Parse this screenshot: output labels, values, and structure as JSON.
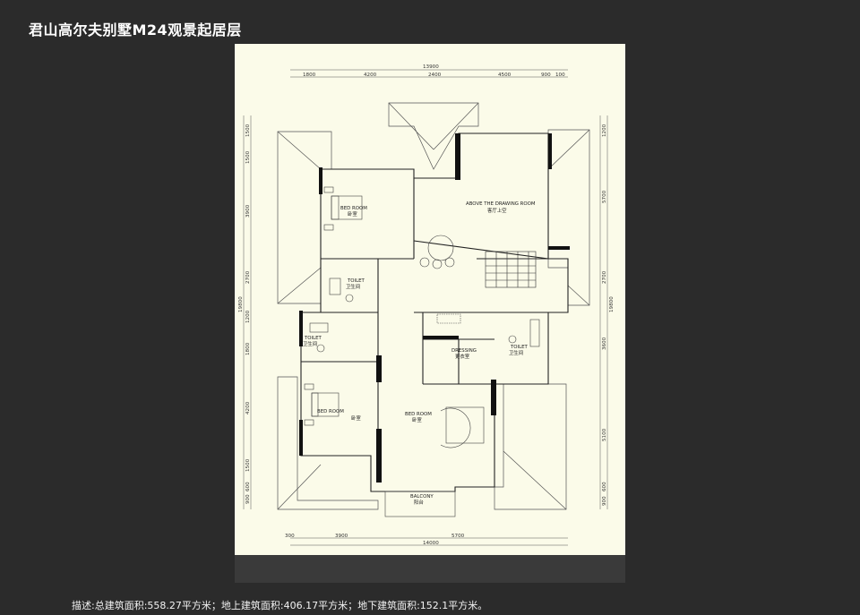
{
  "header": {
    "title": "君山高尔夫别墅M24观景起居层"
  },
  "plan": {
    "rooms": {
      "bedroom_top_en": "BED ROOM",
      "bedroom_top_cn": "卧室",
      "drawing_en": "ABOVE THE DRAWING ROOM",
      "drawing_cn": "客厅上空",
      "toilet1_en": "TOILET",
      "toilet1_cn": "卫生间",
      "toilet2_en": "TOILET",
      "toilet2_cn": "卫生间",
      "dressing_en": "DRESSING",
      "dressing_cn": "更衣室",
      "toilet3_en": "TOILET",
      "toilet3_cn": "卫生间",
      "bedroom_left_en": "BED ROOM",
      "bedroom_left_cn": "卧室",
      "bedroom_main_en": "BED ROOM",
      "bedroom_main_cn": "卧室",
      "balcony_en": "BALCONY",
      "balcony_cn": "阳台"
    },
    "dims_top": {
      "total": "13900",
      "d1": "1800",
      "d2": "4200",
      "d3": "2400",
      "d4": "4500",
      "d5": "900",
      "d6": "100"
    },
    "dims_left": {
      "total": "19800",
      "d1": "1500",
      "d2": "1500",
      "d3": "3900",
      "d4": "2700",
      "d5": "1200",
      "d6": "1800",
      "d7": "4200",
      "d8": "1500",
      "d9": "900",
      "d10": "600"
    },
    "dims_right": {
      "total": "19800",
      "d1": "1200",
      "d2": "5700",
      "d3": "2700",
      "d4": "3600",
      "d5": "5100",
      "d6": "600",
      "d7": "900"
    },
    "dims_bottom": {
      "total": "14000",
      "d1": "300",
      "d2": "3900",
      "d3": "5700"
    }
  },
  "footer": {
    "description": "描述:总建筑面积:558.27平方米；地上建筑面积:406.17平方米；地下建筑面积:152.1平方米。"
  }
}
